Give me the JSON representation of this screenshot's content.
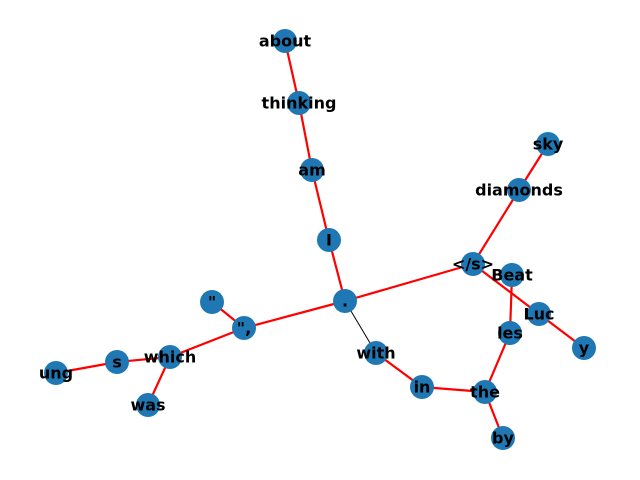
{
  "graph": {
    "node_color": "#1f77b4",
    "edge_color_highlight": "#ff0000",
    "edge_color_default": "#000000",
    "nodes": [
      {
        "id": "about",
        "label": "about"
      },
      {
        "id": "thinking",
        "label": "thinking"
      },
      {
        "id": "am",
        "label": "am"
      },
      {
        "id": "I",
        "label": "I"
      },
      {
        "id": "dot",
        "label": "."
      },
      {
        "id": "eos",
        "label": "</s>"
      },
      {
        "id": "diamonds",
        "label": "diamonds"
      },
      {
        "id": "sky",
        "label": "sky"
      },
      {
        "id": "Beat",
        "label": "Beat"
      },
      {
        "id": "Luc",
        "label": "Luc"
      },
      {
        "id": "y",
        "label": "y"
      },
      {
        "id": "les",
        "label": "les"
      },
      {
        "id": "the",
        "label": "the"
      },
      {
        "id": "by",
        "label": "by"
      },
      {
        "id": "in",
        "label": "in"
      },
      {
        "id": "with",
        "label": "with"
      },
      {
        "id": "quote_comma",
        "label": "\","
      },
      {
        "id": "quote",
        "label": "\""
      },
      {
        "id": "which",
        "label": "which"
      },
      {
        "id": "was",
        "label": "was"
      },
      {
        "id": "s",
        "label": "s"
      },
      {
        "id": "ung",
        "label": "ung"
      }
    ],
    "edges": [
      {
        "source": "about",
        "target": "thinking",
        "highlight": true
      },
      {
        "source": "thinking",
        "target": "am",
        "highlight": true
      },
      {
        "source": "am",
        "target": "I",
        "highlight": true
      },
      {
        "source": "I",
        "target": "dot",
        "highlight": true
      },
      {
        "source": "dot",
        "target": "eos",
        "highlight": true
      },
      {
        "source": "eos",
        "target": "diamonds",
        "highlight": true
      },
      {
        "source": "diamonds",
        "target": "sky",
        "highlight": true
      },
      {
        "source": "eos",
        "target": "Luc",
        "highlight": true
      },
      {
        "source": "Luc",
        "target": "y",
        "highlight": true
      },
      {
        "source": "Beat",
        "target": "les",
        "highlight": true
      },
      {
        "source": "les",
        "target": "the",
        "highlight": true
      },
      {
        "source": "the",
        "target": "by",
        "highlight": true
      },
      {
        "source": "the",
        "target": "in",
        "highlight": true
      },
      {
        "source": "in",
        "target": "with",
        "highlight": true
      },
      {
        "source": "dot",
        "target": "with",
        "highlight": false
      },
      {
        "source": "dot",
        "target": "quote_comma",
        "highlight": true
      },
      {
        "source": "quote_comma",
        "target": "quote",
        "highlight": true
      },
      {
        "source": "quote_comma",
        "target": "which",
        "highlight": true
      },
      {
        "source": "which",
        "target": "was",
        "highlight": true
      },
      {
        "source": "which",
        "target": "s",
        "highlight": true
      },
      {
        "source": "s",
        "target": "ung",
        "highlight": true
      }
    ]
  }
}
